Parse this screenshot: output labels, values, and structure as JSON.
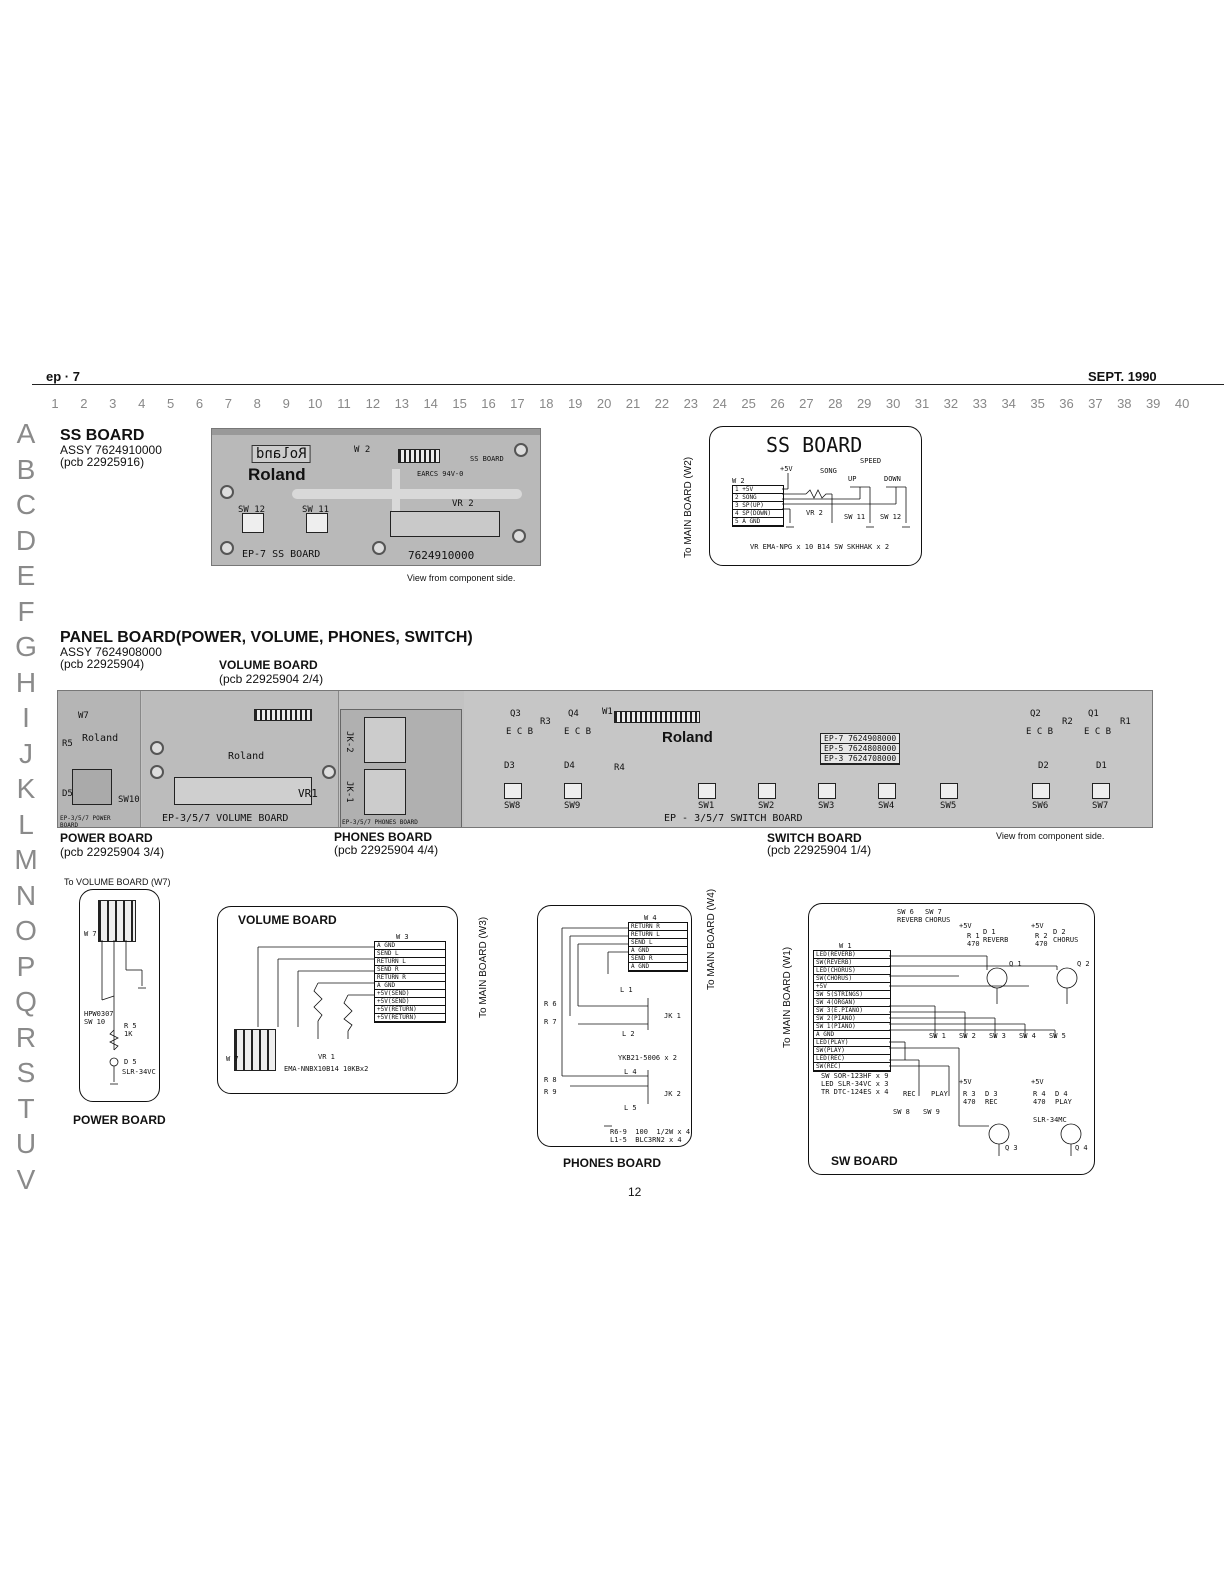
{
  "header": {
    "left": "ep · 7",
    "right": "SEPT. 1990"
  },
  "grid": {
    "columns": [
      "1",
      "2",
      "3",
      "4",
      "5",
      "6",
      "7",
      "8",
      "9",
      "10",
      "11",
      "12",
      "13",
      "14",
      "15",
      "16",
      "17",
      "18",
      "19",
      "20",
      "21",
      "22",
      "23",
      "24",
      "25",
      "26",
      "27",
      "28",
      "29",
      "30",
      "31",
      "32",
      "33",
      "34",
      "35",
      "36",
      "37",
      "38",
      "39",
      "40"
    ],
    "rows": [
      "A",
      "B",
      "C",
      "D",
      "E",
      "F",
      "G",
      "H",
      "I",
      "J",
      "K",
      "L",
      "M",
      "N",
      "O",
      "P",
      "Q",
      "R",
      "S",
      "T",
      "U",
      "V"
    ]
  },
  "ss_board": {
    "title": "SS BOARD",
    "assy": "ASSY  7624910000",
    "pcb": "(pcb  22925916)",
    "pcb_silk": {
      "brand": "Roland",
      "name": "EP-7  SS BOARD",
      "number": "7624910000",
      "w2": "W 2",
      "sw12": "SW 12",
      "sw11": "SW 11",
      "vr2": "VR 2",
      "ss_label": "SS BOARD",
      "earcs": "EARCS 94V-0"
    },
    "view_note": "View  from  component  side.",
    "schematic": {
      "title": "SS BOARD",
      "to_main": "To MAIN BOARD (W2)",
      "w2": "W 2",
      "plus5v": "+5V",
      "song": "SONG",
      "speed": "SPEED",
      "up": "UP",
      "down": "DOWN",
      "vr2": "VR 2",
      "sw11": "SW 11",
      "sw12": "SW 12",
      "pins": [
        "1 +5V",
        "2 SONG",
        "3 SP(UP)",
        "4 SP(DOWN)",
        "5 A GND"
      ],
      "parts": "VR EMA-NPG x 10 B14  SW SKHHAK x 2"
    }
  },
  "panel_board": {
    "title": "PANEL BOARD(POWER, VOLUME, PHONES, SWITCH)",
    "assy": "ASSY 7624908000",
    "pcb": "(pcb 22925904)",
    "volume": {
      "title": "VOLUME BOARD",
      "pcb": "(pcb 22925904 2/4)"
    },
    "power": {
      "title": "POWER BOARD",
      "pcb": "(pcb 22925904 3/4)"
    },
    "phones": {
      "title": "PHONES BOARD",
      "pcb": "(pcb 22925904 4/4)"
    },
    "switch": {
      "title": "SWITCH BOARD",
      "pcb": "(pcb 22925904 1/4)"
    },
    "view_note": "View  from  component  side.",
    "pcb_silk": {
      "power_name": "EP-3/5/7 POWER BOARD",
      "sw10": "SW10",
      "d5": "D5",
      "r5": "R5",
      "w7": "W7",
      "vr1": "VR1",
      "volume_name": "EP-3/5/7  VOLUME  BOARD",
      "phones_name": "EP-3/5/7 PHONES BOARD",
      "jk1": "JK-1",
      "jk2": "JK-2",
      "switch_name": "EP - 3/5/7  SWITCH  BOARD",
      "brand": "Roland",
      "models": [
        "EP-7  7624908000",
        "EP-5  7624808000",
        "EP-3  7624708000"
      ],
      "sw": [
        "SW8",
        "SW9",
        "SW1",
        "SW2",
        "SW3",
        "SW4",
        "SW5",
        "SW6",
        "SW7"
      ],
      "diodes": [
        "D3",
        "D4",
        "D2",
        "D1"
      ],
      "trans": [
        "Q3",
        "Q4",
        "Q2",
        "Q1"
      ],
      "ecb": "E C B",
      "w1": "W1",
      "r3": "R3",
      "r4": "R4",
      "r2": "R2",
      "r1": "R1"
    }
  },
  "schematics": {
    "power": {
      "to_volume": "To VOLUME BOARD (W7)",
      "title": "POWER BOARD",
      "w7": "W 7",
      "sw": "HPW0307\nSW 10",
      "r5": "R 5\n1K",
      "d5": "D 5",
      "led": "SLR-34VC"
    },
    "volume": {
      "title": "VOLUME BOARD",
      "to_main": "To MAIN BOARD (W3)",
      "w3": "W 3",
      "w7": "W 7",
      "vr1": "VR 1",
      "parts": "EMA-NNBX10B14  10KBx2",
      "pins": [
        "A GND",
        "SEND L",
        "RETURN L",
        "SEND R",
        "RETURN R",
        "A GND",
        "+5V(SEND)",
        "+5V(SEND)",
        "+5V(RETURN)",
        "+5V(RETURN)"
      ]
    },
    "phones": {
      "title": "PHONES BOARD",
      "to_main": "To MAIN BOARD (W4)",
      "w4": "W 4",
      "pins": [
        "RETURN R",
        "RETURN L",
        "SEND L",
        "A GND",
        "SEND R",
        "A GND"
      ],
      "l1": "L 1",
      "l2": "L 2",
      "l4": "L 4",
      "l5": "L 5",
      "r6": "R 6",
      "r7": "R 7",
      "r8": "R 8",
      "r9": "R 9",
      "jk1": "JK 1",
      "jk2": "JK 2",
      "jack_part": "YKB21-5006 x 2",
      "parts": "R6-9  100  1/2W x 4\nL1-5  BLC3RN2 x 4"
    },
    "sw": {
      "title": "SW BOARD",
      "to_main": "To MAIN BOARD (W1)",
      "w1": "W 1",
      "pins": [
        "LED(REVERB)",
        "SW(REVERB)",
        "LED(CHORUS)",
        "SW(CHORUS)",
        "+5V",
        "SW 5(STRINGS)",
        "SW 4(ORGAN)",
        "SW 3(E.PIANO)",
        "SW 2(PIANO)",
        "SW 1(PIANO)",
        "A GND",
        "LED(PLAY)",
        "SW(PLAY)",
        "LED(REC)",
        "SW(REC)"
      ],
      "sw6": "SW 6\nREVERB",
      "sw7": "SW 7\nCHORUS",
      "r1": "R 1\n470",
      "d1": "D 1\nREVERB",
      "r2": "R 2\n470",
      "d2": "D 2\nCHORUS",
      "q1": "Q 1",
      "q2": "Q 2",
      "q3": "Q 3",
      "q4": "Q 4",
      "sw1": "SW 1",
      "sw2": "SW 2",
      "sw3": "SW 3",
      "sw4": "SW 4",
      "sw5": "SW 5",
      "sw8": "SW 8",
      "sw9": "SW 9",
      "rec": "REC",
      "play": "PLAY",
      "r3": "R 3\n470",
      "d3": "D 3\nREC",
      "r4": "R 4\n470",
      "d4": "D 4\nPLAY",
      "plus5v": "+5V",
      "led_part": "SLR-34MC",
      "parts": "SW SOR-123HF x 9\nLED SLR-34VC x 3\nTR DTC-124ES x 4"
    }
  },
  "page_number": "12"
}
